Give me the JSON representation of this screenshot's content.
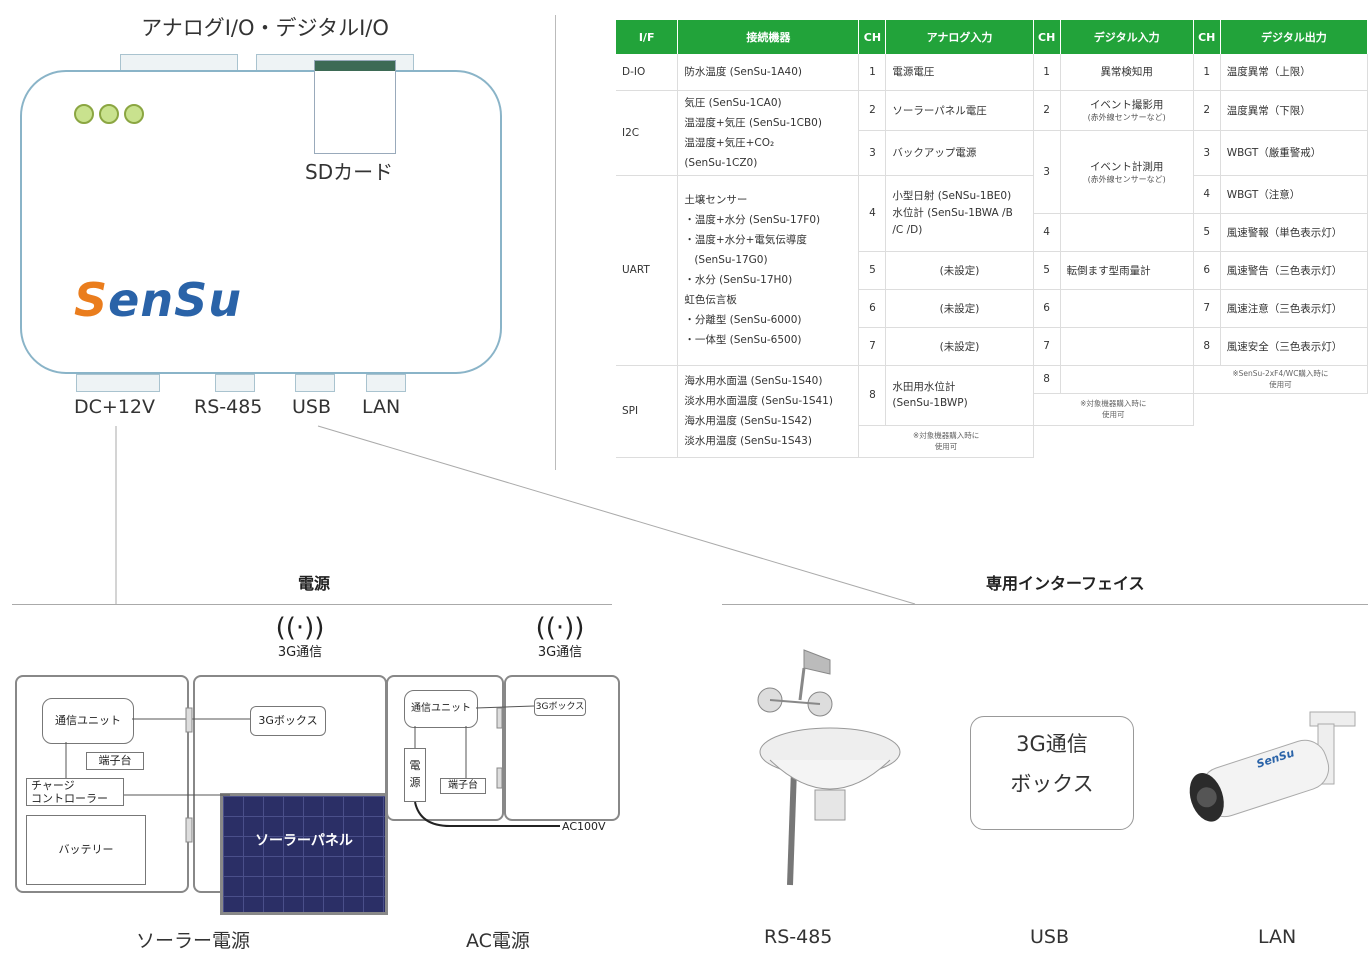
{
  "device": {
    "title": "アナログI/O・デジタルI/O",
    "sd_label": "SDカード",
    "logo_text": "SenSu",
    "ports": [
      "DC+12V",
      "RS-485",
      "USB",
      "LAN"
    ]
  },
  "table": {
    "headers": [
      "I/F",
      "接続機器",
      "CH",
      "アナログ入力",
      "CH",
      "デジタル入力",
      "CH",
      "デジタル出力"
    ],
    "if_names": [
      "D-IO",
      "I2C",
      "UART",
      "SPI"
    ],
    "devices": {
      "dio": "防水温度 (SenSu-1A40)",
      "i2c": [
        "気圧 (SenSu-1CA0)",
        "温湿度+気圧 (SenSu-1CB0)",
        "温湿度+気圧+CO₂",
        "(SenSu-1CZ0)"
      ],
      "uart": [
        "土壌センサー",
        "・温度+水分 (SenSu-17F0)",
        "・温度+水分+電気伝導度",
        "(SenSu-17G0)",
        "・水分 (SenSu-17H0)",
        "虹色伝言板",
        "・分離型 (SenSu-6000)",
        "・一体型 (SenSu-6500)"
      ],
      "spi": [
        "海水用水面温 (SenSu-1S40)",
        "淡水用水面温度 (SenSu-1S41)",
        "海水用温度 (SenSu-1S42)",
        "淡水用温度 (SenSu-1S43)"
      ]
    },
    "analog": [
      {
        "ch": "1",
        "label": "電源電圧"
      },
      {
        "ch": "2",
        "label": "ソーラーパネル電圧"
      },
      {
        "ch": "3",
        "label": "バックアップ電源"
      },
      {
        "ch": "4",
        "label": "小型日射 (SeNSu-1BE0)\n水位計 (SenSu-1BWA /B\n/C /D)"
      },
      {
        "ch": "5",
        "label": "(未設定)"
      },
      {
        "ch": "6",
        "label": "(未設定)"
      },
      {
        "ch": "7",
        "label": "(未設定)"
      },
      {
        "ch": "8",
        "label": "水田用水位計\n(SenSu-1BWP)"
      }
    ],
    "analog_note": "※対象機器購入時に\n使用可",
    "digital_in": [
      {
        "ch": "1",
        "label": "異常検知用",
        "sub": ""
      },
      {
        "ch": "2",
        "label": "イベント撮影用",
        "sub": "(赤外線センサーなど)"
      },
      {
        "ch": "3",
        "label": "イベント計測用",
        "sub": "(赤外線センサーなど)"
      },
      {
        "ch": "4",
        "label": "",
        "sub": ""
      },
      {
        "ch": "5",
        "label": "転倒ます型雨量計",
        "sub": ""
      },
      {
        "ch": "6",
        "label": "",
        "sub": ""
      },
      {
        "ch": "7",
        "label": "",
        "sub": ""
      },
      {
        "ch": "8",
        "label": "",
        "sub": ""
      }
    ],
    "digital_in_note": "※対象機器購入時に\n使用可",
    "digital_out": [
      {
        "ch": "1",
        "label": "温度異常（上限）"
      },
      {
        "ch": "2",
        "label": "温度異常（下限）"
      },
      {
        "ch": "3",
        "label": "WBGT（厳重警戒）"
      },
      {
        "ch": "4",
        "label": "WBGT（注意）"
      },
      {
        "ch": "5",
        "label": "風速警報（単色表示灯）"
      },
      {
        "ch": "6",
        "label": "風速警告（三色表示灯）"
      },
      {
        "ch": "7",
        "label": "風速注意（三色表示灯）"
      },
      {
        "ch": "8",
        "label": "風速安全（三色表示灯）"
      }
    ],
    "digital_out_note": "※SenSu-2xF4/WC購入時に\n使用可"
  },
  "power": {
    "title": "電源",
    "solar": {
      "comm_label": "3G通信",
      "unit": "通信ユニット",
      "terminal": "端子台",
      "charge": "チャージ\nコントローラー",
      "battery": "バッテリー",
      "box3g": "3Gボックス",
      "panel": "ソーラーパネル",
      "caption": "ソーラー電源"
    },
    "ac": {
      "comm_label": "3G通信",
      "unit": "通信ユニット",
      "box3g": "3Gボックス",
      "power": "電\n源",
      "terminal": "端子台",
      "ac_label": "AC100V",
      "caption": "AC電源"
    }
  },
  "interface": {
    "title": "専用インターフェイス",
    "usb_box": "3G通信\nボックス",
    "captions": [
      "RS-485",
      "USB",
      "LAN"
    ],
    "camera_logo": "SenSu"
  }
}
